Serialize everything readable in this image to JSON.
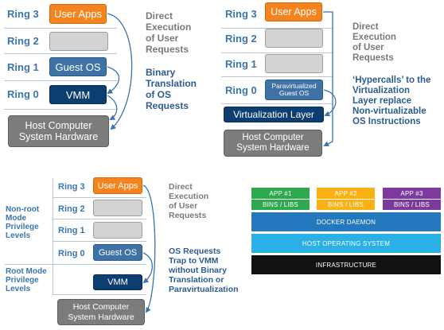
{
  "panel_full_virtualization": {
    "rings": [
      "Ring 3",
      "Ring 2",
      "Ring 1",
      "Ring 0"
    ],
    "user_apps": "User Apps",
    "guest_os": "Guest OS",
    "vmm": "VMM",
    "hardware": "Host Computer\nSystem Hardware",
    "annotation_direct": "Direct\nExecution\nof User\nRequests",
    "annotation_binary": "Binary\nTranslation\nof OS\nRequests"
  },
  "panel_paravirtualization": {
    "rings": [
      "Ring 3",
      "Ring 2",
      "Ring 1",
      "Ring 0"
    ],
    "user_apps": "User Apps",
    "guest_os": "Paravirtualized\nGuest OS",
    "virtualization_layer": "Virtualization Layer",
    "hardware": "Host Computer\nSystem Hardware",
    "annotation_direct": "Direct\nExecution\nof User\nRequests",
    "annotation_hypercalls": "‘Hypercalls’ to the\nVirtualization\nLayer replace\nNon-virtualizable\nOS Instructions"
  },
  "panel_hardware_assisted": {
    "side_label_nonroot": "Non-root\nMode\nPrivilege\nLevels",
    "side_label_root": "Root Mode\nPrivilege\nLevels",
    "rings": [
      "Ring 3",
      "Ring 2",
      "Ring 1",
      "Ring 0"
    ],
    "user_apps": "User Apps",
    "guest_os": "Guest OS",
    "vmm": "VMM",
    "hardware": "Host Computer\nSystem Hardware",
    "annotation_direct": "Direct\nExecution\nof User\nRequests",
    "annotation_trap": "OS Requests\nTrap to VMM\nwithout Binary\nTranslation or\nParavirtualization"
  },
  "panel_docker": {
    "apps": [
      {
        "label": "APP #1",
        "bins": "BINS / LIBS",
        "color": "#2fa84f"
      },
      {
        "label": "APP #2",
        "bins": "BINS / LIBS",
        "color": "#f9b114"
      },
      {
        "label": "APP #3",
        "bins": "BINS / LIBS",
        "color": "#7d3a9d"
      }
    ],
    "daemon": "DOCKER DAEMON",
    "daemon_color": "#2478bd",
    "host_os": "HOST OPERATING SYSTEM",
    "host_os_color": "#2bb0e6",
    "infrastructure": "INFRASTRUCTURE",
    "infrastructure_color": "#111111"
  },
  "colors": {
    "ring_label": "#3a75ae",
    "user_apps": "#f5841f",
    "empty_ring": "#d3d3d3",
    "guest_os": "#3f73a6",
    "vmm": "#0c3f70",
    "hardware": "#7c7c7c",
    "annotation_gray": "#7a7a7a",
    "annotation_blue": "#2c5d8f"
  }
}
